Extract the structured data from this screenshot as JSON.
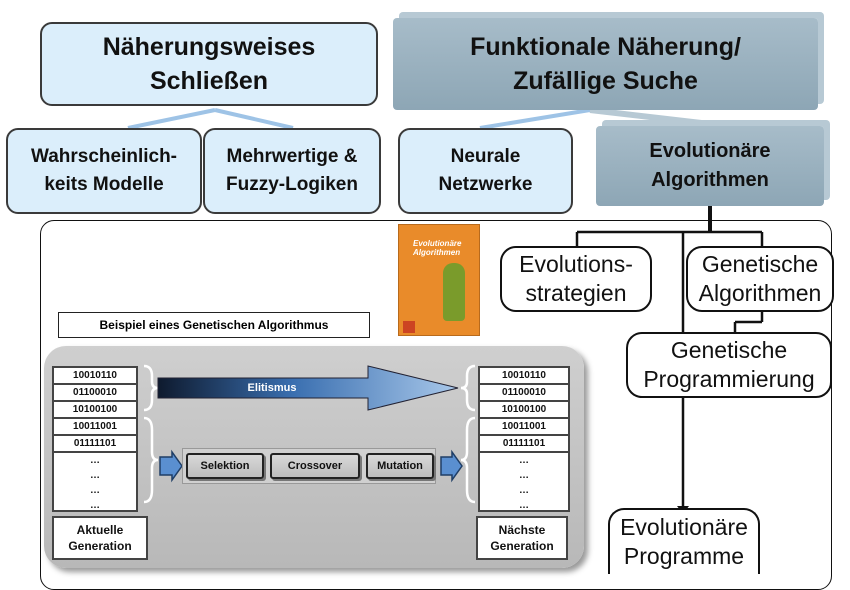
{
  "top_left": {
    "line1": "Näherungsweises",
    "line2": "Schließen"
  },
  "top_right": {
    "line1": "Funktionale Näherung/",
    "line2": "Zufällige Suche"
  },
  "mid": {
    "wahrscheinlich": {
      "line1": "Wahrscheinlich-",
      "line2": "keits Modelle"
    },
    "mehrwertige": {
      "line1": "Mehrwertige &",
      "line2": "Fuzzy-Logiken"
    },
    "neurale": {
      "line1": "Neurale",
      "line2": "Netzwerke"
    },
    "evolutionaere": {
      "line1": "Evolutionäre",
      "line2": "Algorithmen"
    }
  },
  "book": {
    "title_line1": "Evolutionäre",
    "title_line2": "Algorithmen"
  },
  "ga_title": "Beispiel eines Genetischen Algorithmus",
  "elitismus": "Elitismus",
  "ops": [
    "Selektion",
    "Crossover",
    "Mutation"
  ],
  "current_generation": {
    "bits": [
      "10010110",
      "01100010",
      "10100100",
      "10011001",
      "01111101"
    ],
    "dots": [
      "…",
      "…",
      "…",
      "…"
    ],
    "label_line1": "Aktuelle",
    "label_line2": "Generation"
  },
  "next_generation": {
    "bits": [
      "10010110",
      "01100010",
      "10100100",
      "10011001",
      "01111101"
    ],
    "dots": [
      "…",
      "…",
      "…",
      "…"
    ],
    "label_line1": "Nächste",
    "label_line2": "Generation"
  },
  "branches": {
    "evolutionsstrategien": {
      "line1": "Evolutions-",
      "line2": "strategien"
    },
    "genetische_algorithmen": {
      "line1": "Genetische",
      "line2": "Algorithmen"
    },
    "genetische_programmierung": {
      "line1": "Genetische",
      "line2": "Programmierung"
    },
    "evolutionaere_programme": {
      "line1": "Evolutionäre",
      "line2": "Programme"
    }
  },
  "colors": {
    "light_box": "#dbeefb",
    "dark_box": "#9ab0be",
    "connector": "#9ec3e6",
    "book": "#e98b2a"
  }
}
